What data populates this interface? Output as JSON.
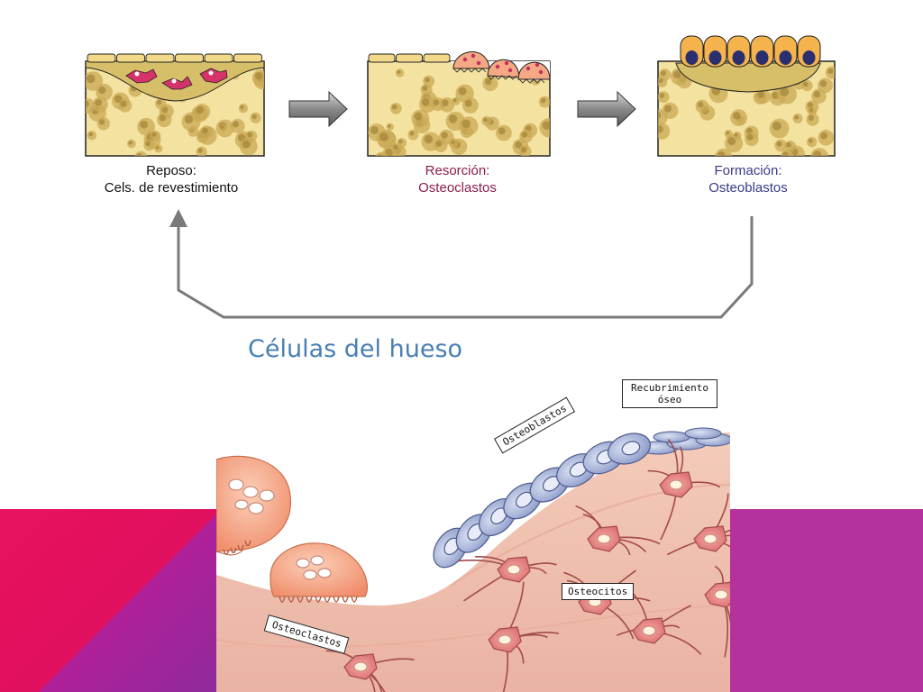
{
  "stages": [
    {
      "line1": "Reposo:",
      "line2": "Cels. de revestimiento",
      "color": "#111111"
    },
    {
      "line1": "Resorción:",
      "line2": "Osteoclastos",
      "color": "#8b1d4e"
    },
    {
      "line1": "Formación:",
      "line2": "Osteoblastos",
      "color": "#3a3a8a"
    }
  ],
  "section_title": "Células del hueso",
  "labels": {
    "recubrimiento_1": "Recubrimiento",
    "recubrimiento_2": "óseo",
    "osteoblastos": "Osteoblastos",
    "osteocitos": "Osteocitos",
    "osteoclastos": "Osteoclastos"
  },
  "colors": {
    "bone_matrix": "#f4e2a0",
    "bone_pores": "#c9a955",
    "lining_cell": "#f2d98a",
    "osteoclast": "#f4a884",
    "osteoblast_nucleus": "#2a2f6e",
    "osteoblast_body": "#f4b34c",
    "tissue": "#f1c2b2",
    "osteoblast_blue": "#a9b6dc",
    "band_pink": "#e8115f",
    "band_purple": "#b5329c",
    "title_blue": "#4a7fb4"
  }
}
